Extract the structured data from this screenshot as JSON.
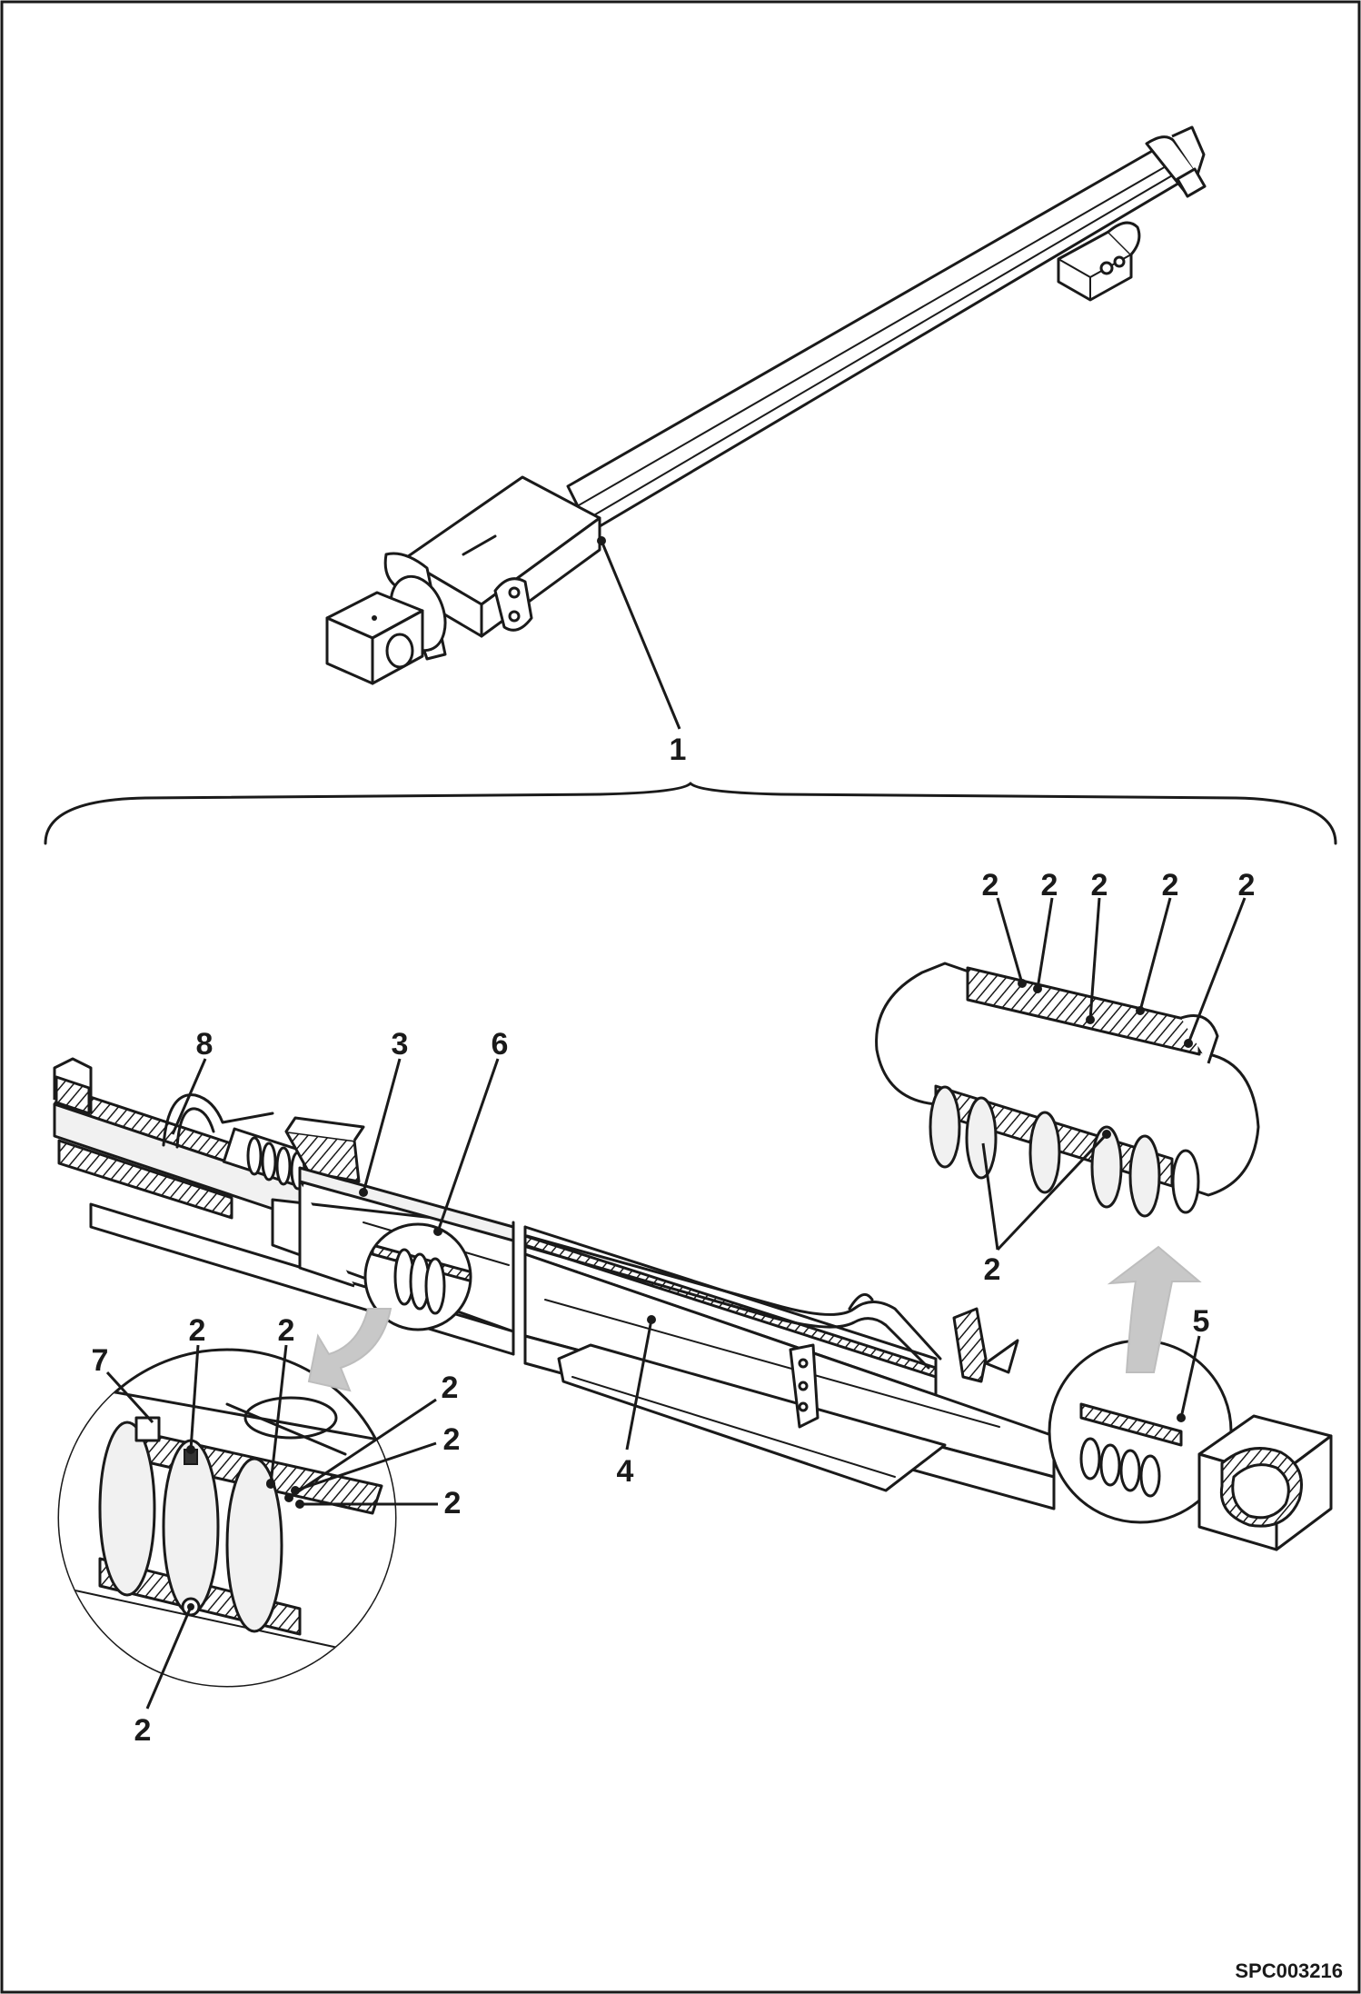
{
  "figure": {
    "code": "SPC003216"
  },
  "callouts": {
    "c1": "1",
    "c2_top_a": "2",
    "c2_top_b": "2",
    "c2_top_c": "2",
    "c2_top_d": "2",
    "c2_top_e": "2",
    "c2_right_bottom": "2",
    "c2_left_a": "2",
    "c2_left_b": "2",
    "c2_left_c": "2",
    "c2_left_d": "2",
    "c2_left_e": "2",
    "c2_left_bottom": "2",
    "c3": "3",
    "c4": "4",
    "c5": "5",
    "c6": "6",
    "c7": "7",
    "c8": "8"
  }
}
